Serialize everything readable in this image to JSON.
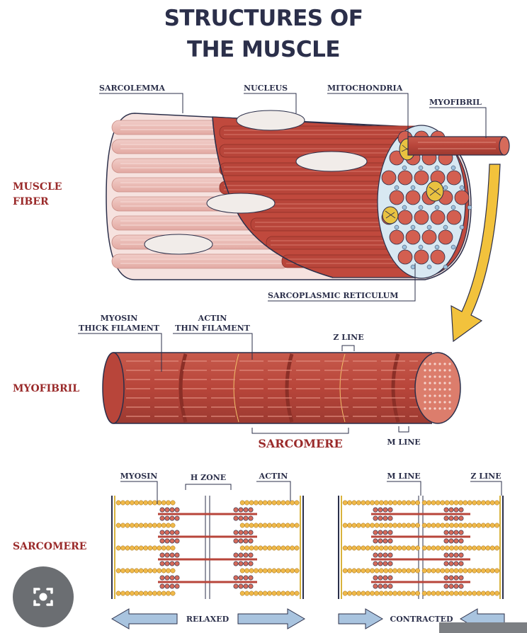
{
  "title": {
    "line1": "STRUCTURES OF",
    "line2": "THE MUSCLE"
  },
  "sections": {
    "muscle_fiber_1": "MUSCLE",
    "muscle_fiber_2": "FIBER",
    "myofibril": "MYOFIBRIL",
    "sarcomere": "SARCOMERE"
  },
  "fiber_labels": {
    "sarcolemma": "SARCOLEMMA",
    "nucleus": "NUCLEUS",
    "mitochondria": "MITOCHONDRIA",
    "myofibril": "MYOFIBRIL",
    "sarcoplasmic_reticulum": "SARCOPLASMIC RETICULUM"
  },
  "myofibril_labels": {
    "myosin_1": "MYOSIN",
    "myosin_2": "THICK FILAMENT",
    "actin_1": "ACTIN",
    "actin_2": "THIN FILAMENT",
    "z_line": "Z LINE",
    "m_line": "M LINE",
    "sarcomere": "SARCOMERE"
  },
  "sarcomere_labels": {
    "myosin": "MYOSIN",
    "h_zone": "H ZONE",
    "actin": "ACTIN",
    "m_line": "M LINE",
    "z_line": "Z LINE",
    "relaxed": "RELAXED",
    "contracted": "CONTRACTED"
  },
  "colors": {
    "title": "#2b2f4a",
    "section": "#9a2a2a",
    "muscle": "#b8453a",
    "muscle_light": "#e8b4ae",
    "arrow": "#f2c23c",
    "blue_arrow": "#a9c4df"
  },
  "icons": {
    "lens": "camera-lens-icon"
  }
}
